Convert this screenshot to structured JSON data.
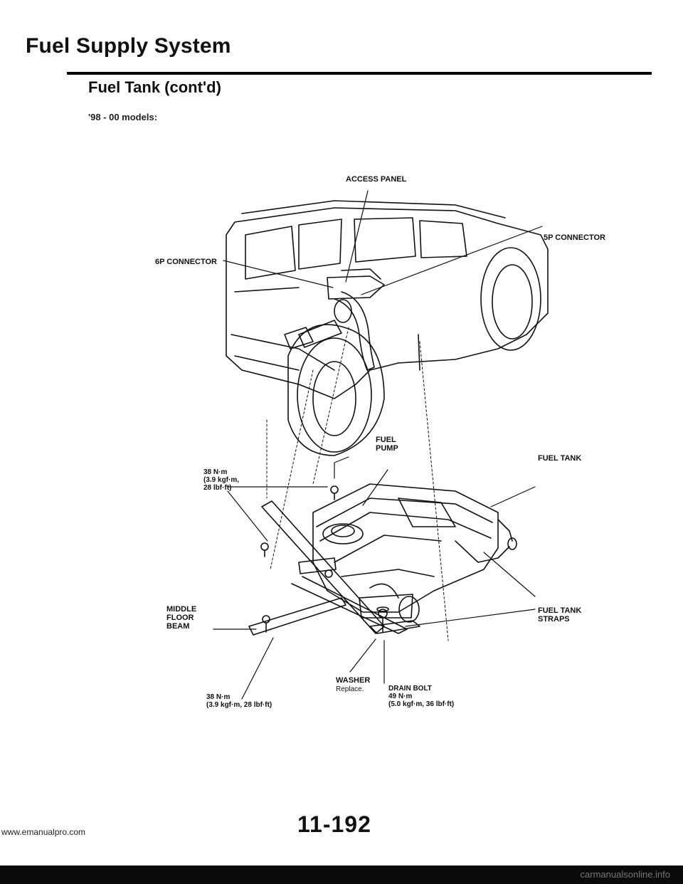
{
  "header": {
    "title": "Fuel Supply System",
    "section": "Fuel Tank (cont'd)",
    "models": "'98 - 00 models:"
  },
  "labels": {
    "access_panel": "ACCESS PANEL",
    "connector_5p": "5P CONNECTOR",
    "connector_6p": "6P CONNECTOR",
    "fuel_pump": "FUEL\nPUMP",
    "fuel_tank": "FUEL TANK",
    "torque_upper": "38 N·m\n(3.9 kgf·m,\n28 lbf·ft)",
    "middle_floor_beam": "MIDDLE\nFLOOR\nBEAM",
    "fuel_tank_straps": "FUEL TANK\nSTRAPS",
    "washer": "WASHER",
    "washer_note": "Replace.",
    "drain_bolt": "DRAIN BOLT\n49 N·m\n(5.0 kgf·m, 36 lbf·ft)",
    "torque_lower": "38 N·m\n(3.9 kgf·m, 28 lbf·ft)"
  },
  "footer": {
    "page_number": "11-192",
    "site_url": "www.emanualpro.com",
    "band_text": "carmanualsonline.info"
  }
}
